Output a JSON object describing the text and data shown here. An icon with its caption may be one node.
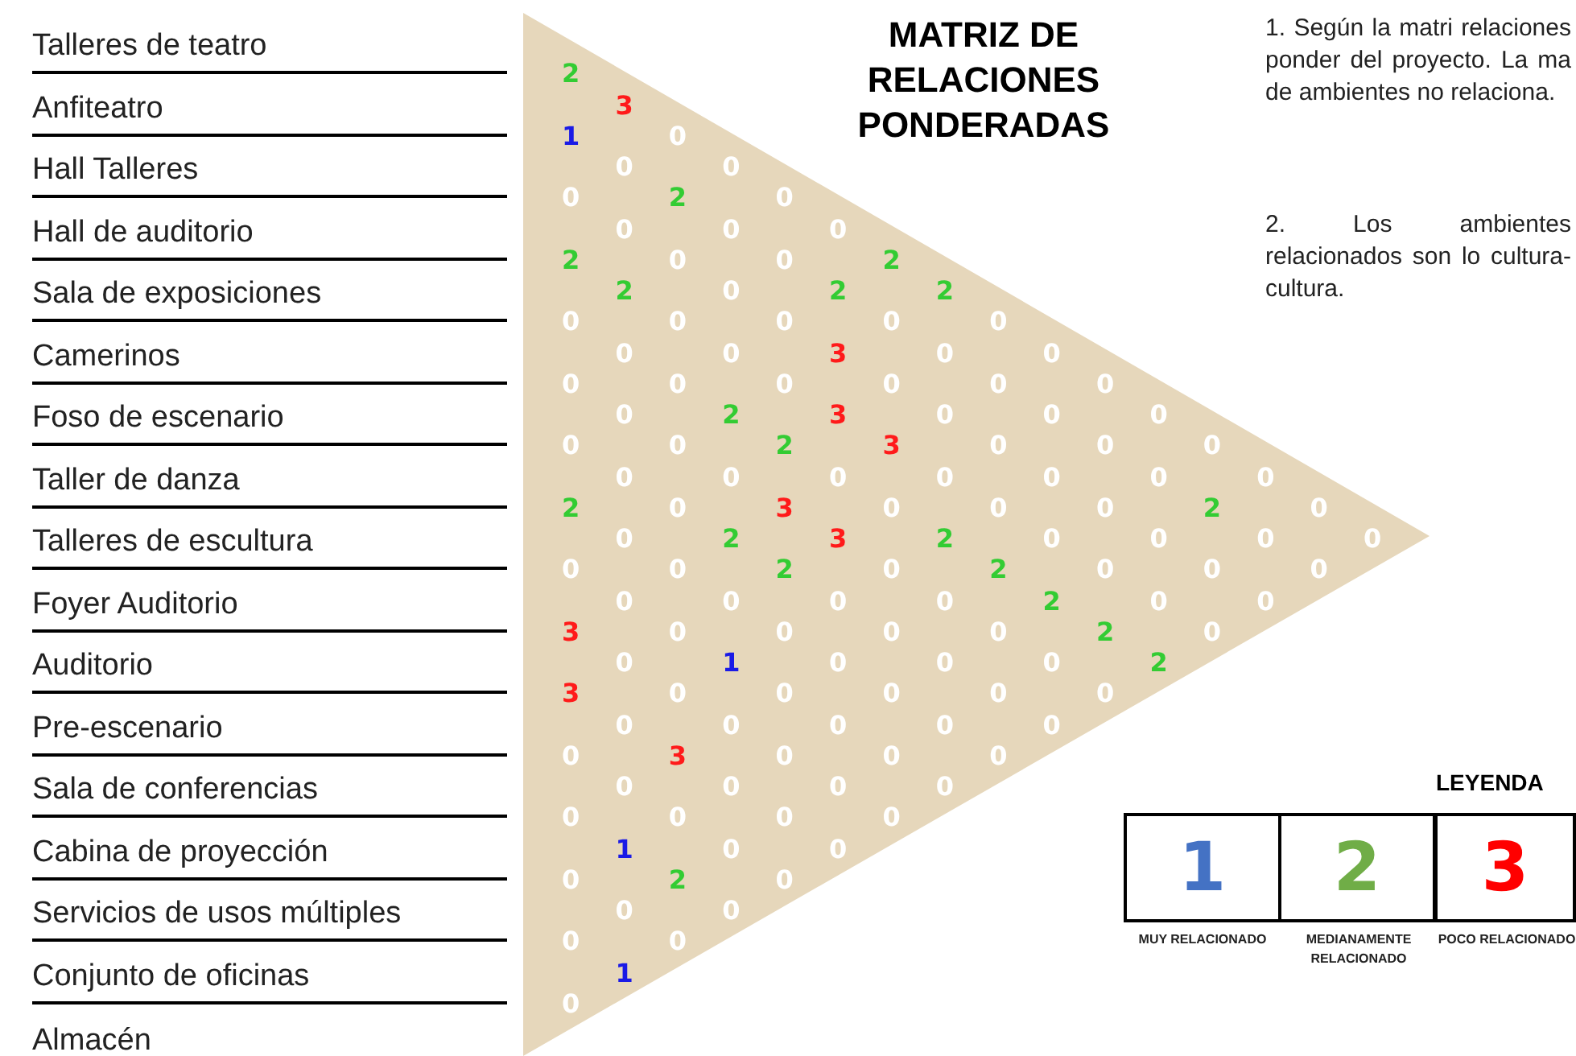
{
  "diagram": {
    "title": "MATRIZ DE RELACIONES PONDERADAS",
    "nodes": [
      {
        "text": [
          "1"
        ],
        "beside": [
          "MUY RELACIONADO"
        ]
      },
      {
        "text": [
          "2"
        ],
        "beside": [
          "MEDIANAMENTE RELACIONADO"
        ]
      },
      {
        "text": [
          "3"
        ],
        "beside": [
          "POCO RELACIONADO"
        ]
      }
    ],
    "labels": [
      "Talleres de teatro",
      "Anfiteatro",
      "Hall Talleres",
      "Hall de auditorio",
      "Sala de exposiciones",
      "Camerinos",
      "Foso de escenario",
      "Taller de danza",
      "Talleres de escultura",
      "Foyer Auditorio",
      "Auditorio",
      "Pre-escenario",
      "Sala de conferencias",
      "Cabina de proyección",
      "Servicios de usos múltiples",
      "Conjunto de oficinas",
      "Almacén",
      "2",
      "1",
      "0",
      "2",
      "0",
      "0",
      "0",
      "2",
      "0",
      "3",
      "3",
      "0",
      "0",
      "0",
      "0",
      "0",
      "3",
      "0",
      "0",
      "2",
      "0",
      "0",
      "0",
      "0",
      "0",
      "0",
      "0",
      "0",
      "1",
      "0",
      "1",
      "0",
      "2",
      "0",
      "0",
      "0",
      "0",
      "0",
      "0",
      "0",
      "0",
      "3",
      "0",
      "2",
      "0",
      "0",
      "0",
      "0",
      "0",
      "2",
      "0",
      "2",
      "0",
      "1",
      "0",
      "0",
      "0",
      "0",
      "0",
      "0",
      "0",
      "0",
      "2",
      "3",
      "2",
      "0",
      "0",
      "0",
      "0",
      "0",
      "0",
      "2",
      "3",
      "3",
      "0",
      "3",
      "0",
      "0",
      "0",
      "0",
      "0",
      "2",
      "0",
      "0",
      "3",
      "0",
      "0",
      "0",
      "0",
      "0",
      "0",
      "2",
      "0",
      "0",
      "0",
      "2",
      "0",
      "0",
      "0",
      "0",
      "0",
      "0",
      "0",
      "0",
      "2",
      "0",
      "0",
      "0",
      "0",
      "0",
      "0",
      "0",
      "2",
      "0",
      "0",
      "0",
      "0",
      "0",
      "0",
      "2",
      "0",
      "0",
      "0",
      "0",
      "0",
      "2",
      "0",
      "2",
      "0",
      "0",
      "0",
      "0",
      "0",
      "0",
      "0",
      "0",
      "1. Según la matri relaciones ponder del proyecto. La ma de ambientes no relaciona.",
      "2. Los ambientes relacionados son lo cultura-cultura.",
      "LEYENDA"
    ]
  }
}
